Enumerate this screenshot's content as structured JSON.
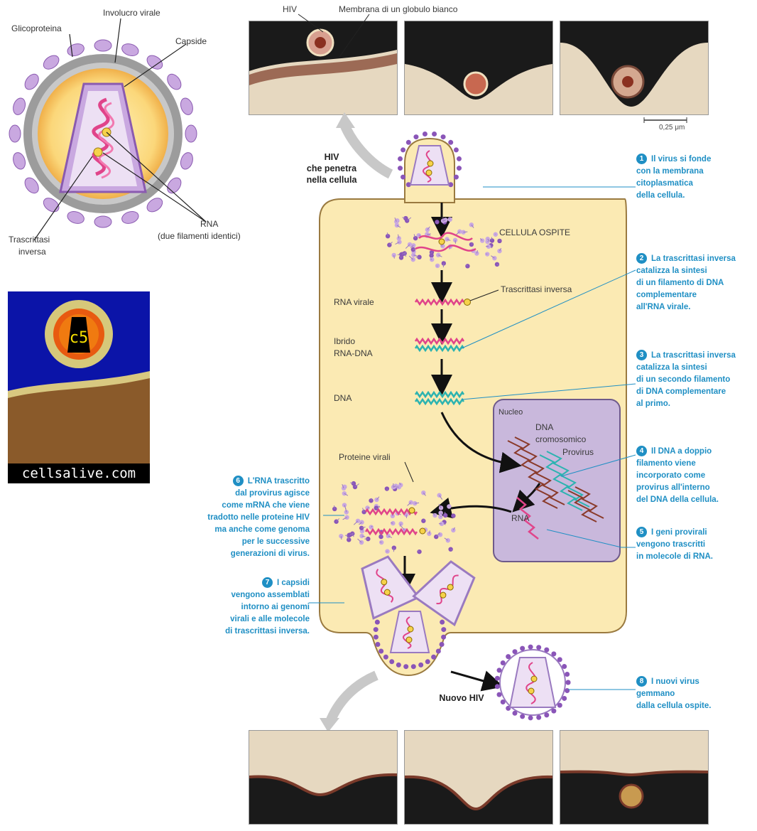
{
  "virion_labels": {
    "glycoprotein": "Glicoproteina",
    "envelope": "Involucro virale",
    "capsid": "Capside",
    "rna": "RNA",
    "rna_note": "(due filamenti identici)",
    "rt_line1": "Trascrittasi",
    "rt_line2": "inversa"
  },
  "photo_labels": {
    "hiv": "HIV",
    "membrane": "Membrana di un globulo bianco",
    "scale": "0,25 μm"
  },
  "badge": {
    "text": "cellsalive.com"
  },
  "diagram": {
    "hiv_entering_1": "HIV",
    "hiv_entering_2": "che penetra",
    "hiv_entering_3": "nella cellula",
    "host_cell": "CELLULA OSPITE",
    "viral_rna": "RNA virale",
    "reverse_transcriptase": "Trascrittasi inversa",
    "hybrid_1": "Ibrido",
    "hybrid_2": "RNA-DNA",
    "dna": "DNA",
    "nucleus": "Nucleo",
    "chrom_dna_1": "DNA",
    "chrom_dna_2": "cromosomico",
    "provirus": "Provirus",
    "rna_nucleus": "RNA",
    "viral_proteins": "Proteine virali",
    "new_hiv": "Nuovo HIV"
  },
  "steps": {
    "s1": {
      "num": "1",
      "lines": [
        "Il virus si fonde",
        "con la membrana",
        "citoplasmatica",
        "della cellula."
      ]
    },
    "s2": {
      "num": "2",
      "lines": [
        "La trascrittasi inversa",
        "catalizza la sintesi",
        "di un filamento di DNA",
        "complementare",
        "all'RNA virale."
      ]
    },
    "s3": {
      "num": "3",
      "lines": [
        "La trascrittasi inversa",
        "catalizza la sintesi",
        "di un secondo filamento",
        "di DNA complementare",
        "al primo."
      ]
    },
    "s4": {
      "num": "4",
      "lines": [
        "Il DNA a doppio",
        "filamento viene",
        "incorporato come",
        "provirus all'interno",
        "del DNA della cellula."
      ]
    },
    "s5": {
      "num": "5",
      "lines": [
        "I geni provirali",
        "vengono trascritti",
        "in molecole di RNA."
      ]
    },
    "s6": {
      "num": "6",
      "lines": [
        "L'RNA trascritto",
        "dal provirus agisce",
        "come mRNA che viene",
        "tradotto nelle proteine HIV",
        "ma anche come genoma",
        "per le successive",
        "generazioni di virus."
      ]
    },
    "s7": {
      "num": "7",
      "lines": [
        "I capsidi",
        "vengono assemblati",
        "intorno ai genomi",
        "virali e alle molecole",
        "di trascrittasi inversa."
      ]
    },
    "s8": {
      "num": "8",
      "lines": [
        "I nuovi virus",
        "gemmano",
        "dalla cellula ospite."
      ]
    }
  },
  "colors": {
    "cell": "#fbeab3",
    "nucleus": "#c9b8dc",
    "step_text": "#1f8fc4",
    "rna": "#e0448a",
    "dna": "#2cb3b0",
    "chrom": "#8a3a2a",
    "envelope_dots": "#8a55b8"
  }
}
